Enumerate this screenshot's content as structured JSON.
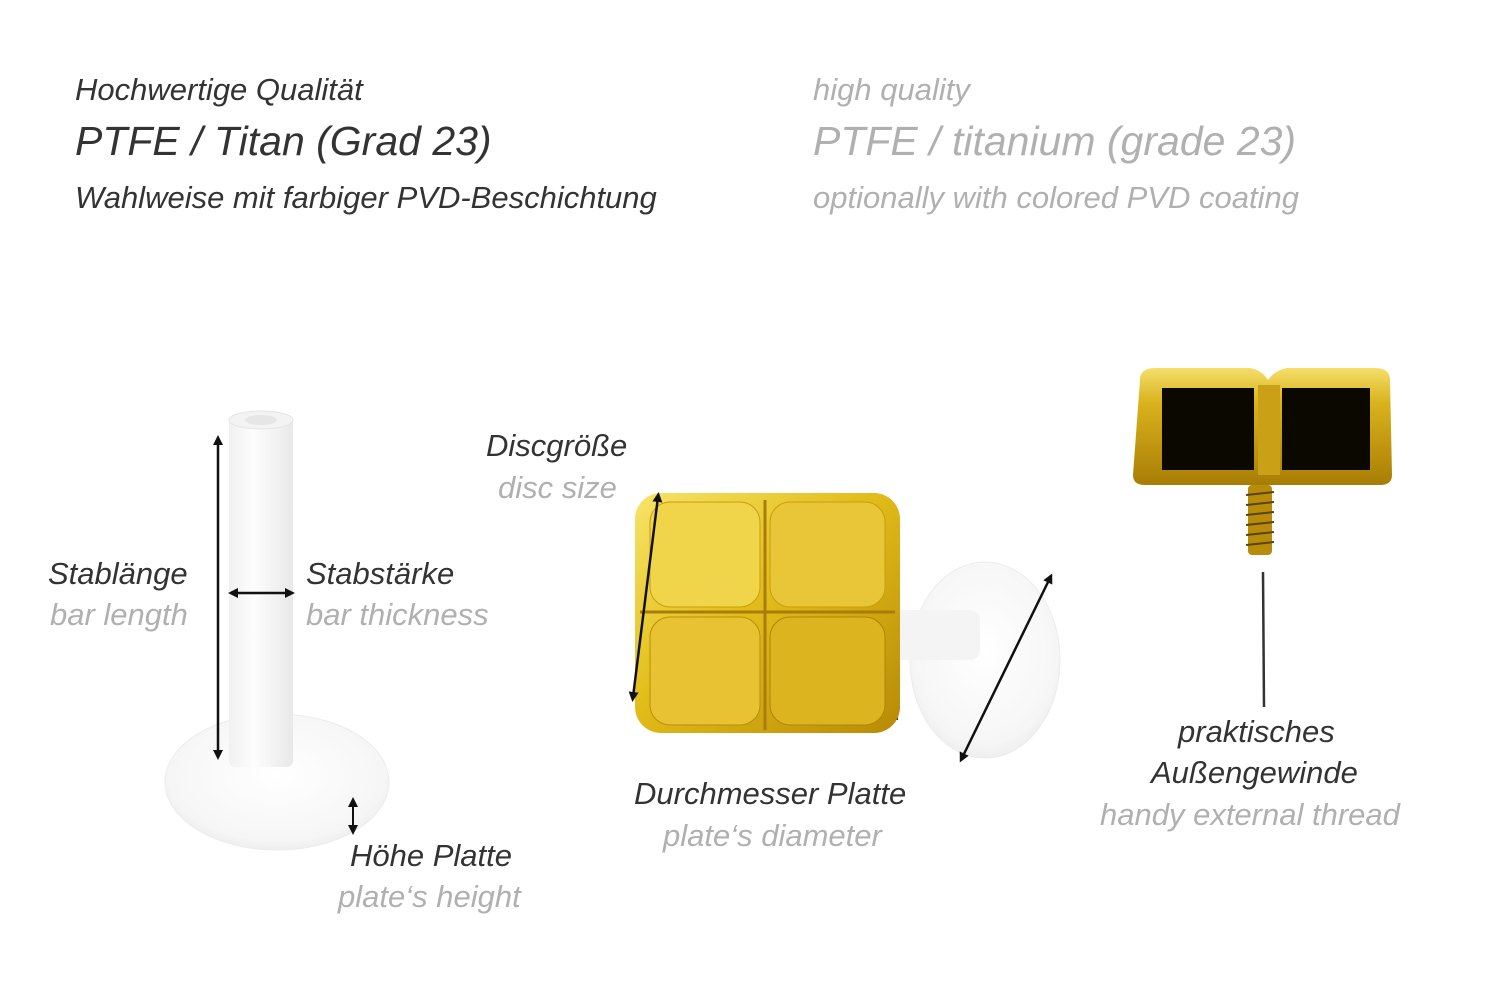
{
  "header": {
    "de": {
      "quality": "Hochwertige Qualität",
      "material": "PTFE / Titan (Grad 23)",
      "coating": "Wahlweise mit farbiger PVD-Beschichtung"
    },
    "en": {
      "quality": "high quality",
      "material": "PTFE / titanium (grade 23)",
      "coating": "optionally with colored PVD coating"
    }
  },
  "labels": {
    "bar_length": {
      "de": "Stablänge",
      "en": "bar length"
    },
    "bar_thickness": {
      "de": "Stabstärke",
      "en": "bar thickness"
    },
    "plate_height": {
      "de": "Höhe Platte",
      "en": "plate‘s height"
    },
    "disc_size": {
      "de": "Discgröße",
      "en": "disc size"
    },
    "plate_diameter": {
      "de": "Durchmesser Platte",
      "en": "plate‘s diameter"
    },
    "external_thread": {
      "de_line1": "praktisches",
      "de_line2": "Außengewinde",
      "en": "handy external thread"
    }
  },
  "colors": {
    "text_dark": "#333333",
    "text_grey": "#b0b0b0",
    "gold": "#e8c22a",
    "ptfe_white": "#f4f4f4"
  }
}
